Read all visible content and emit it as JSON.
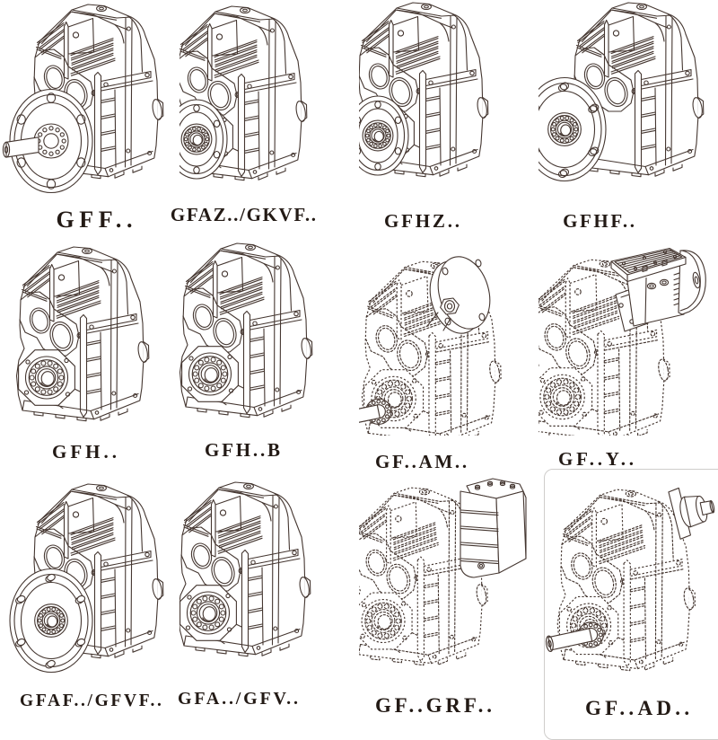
{
  "page": {
    "background": "#ffffff",
    "line_color": "#453731",
    "label_color": "#231a15",
    "frame_color": "#cfcdcb"
  },
  "catalog": {
    "cells": [
      {
        "label": "GFF..",
        "style": "solid-outline",
        "variant": "gff"
      },
      {
        "label": "GFAZ../GKVF..",
        "style": "solid-outline",
        "variant": "gfaz-gkvf"
      },
      {
        "label": "GFHZ..",
        "style": "solid-outline",
        "variant": "gfhz"
      },
      {
        "label": "GFHF..",
        "style": "solid-outline",
        "variant": "gfhf"
      },
      {
        "label": "GFH..",
        "style": "solid-outline",
        "variant": "gfh"
      },
      {
        "label": "GFH..B",
        "style": "solid-outline",
        "variant": "gfh-b"
      },
      {
        "label": "GF..AM..",
        "style": "dashed-outline",
        "variant": "gf-am"
      },
      {
        "label": "GF..Y..",
        "style": "dashed-outline",
        "variant": "gf-y"
      },
      {
        "label": "GFAF../GFVF..",
        "style": "solid-outline",
        "variant": "gfaf-gfvf"
      },
      {
        "label": "GFA../GFV..",
        "style": "solid-outline",
        "variant": "gfa-gfv"
      },
      {
        "label": "GF..GRF..",
        "style": "dashed-outline",
        "variant": "gf-grf"
      },
      {
        "label": "GF..AD..",
        "style": "dashed-outline",
        "variant": "gf-ad"
      }
    ]
  }
}
